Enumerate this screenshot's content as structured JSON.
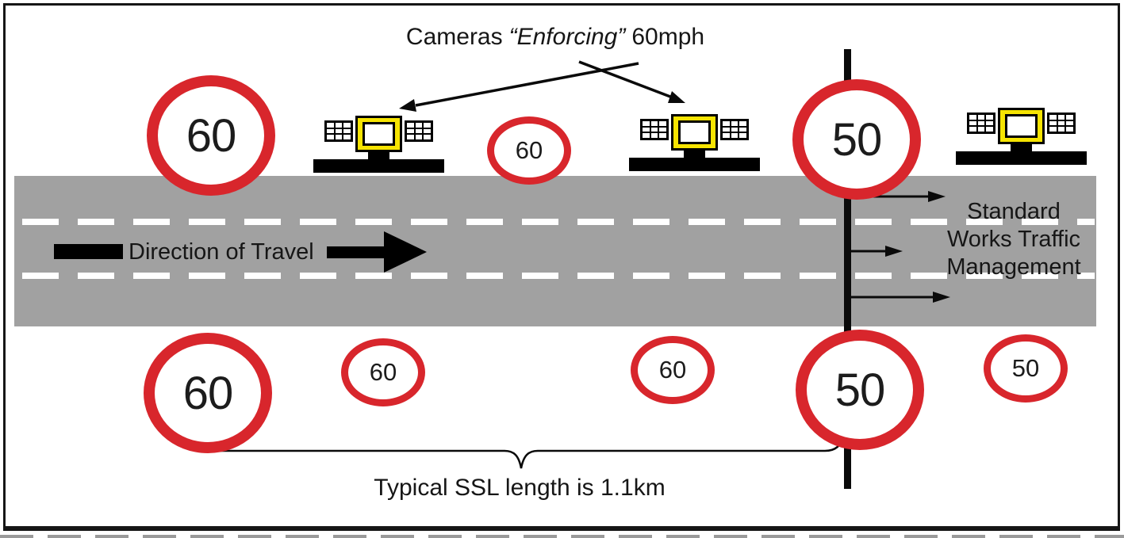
{
  "diagram": {
    "title": {
      "prefix": "Cameras",
      "quoted": "“Enforcing”",
      "suffix": "60mph"
    },
    "road": {
      "direction_label": "Direction of Travel",
      "works_lines": [
        "Standard",
        "Works Traffic",
        "Management"
      ]
    },
    "signs": {
      "top_left_large_60": "60",
      "top_middle_small_60": "60",
      "ssl_start_top_50": "50",
      "bottom_left_large_60": "60",
      "bottom_small_60_a": "60",
      "bottom_small_60_b": "60",
      "ssl_start_bottom_50": "50",
      "bottom_small_50": "50"
    },
    "caption": "Typical SSL length is 1.1km",
    "icons": {
      "camera": "speed-camera-gantry-icon",
      "direction_arrow": "right-arrow-icon",
      "ssl_start": "works-start-line"
    },
    "colors": {
      "sign_red": "#D8262C",
      "road_gray": "#A1A1A1",
      "camera_yellow": "#F6E402",
      "lane_marking_white": "#FFFFFF",
      "line_black": "#000000"
    }
  }
}
